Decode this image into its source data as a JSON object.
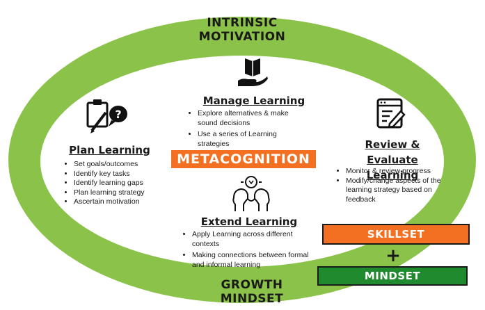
{
  "colors": {
    "ring": "#8bc34a",
    "accent_orange": "#f36f21",
    "accent_green": "#1f8a2e"
  },
  "outer": {
    "top_line1": "INTRINSIC",
    "top_line2": "MOTIVATION",
    "bottom_line1": "GROWTH",
    "bottom_line2": "MINDSET"
  },
  "manage": {
    "icon": "hand-holding-book-icon",
    "title": "Manage Learning",
    "items": [
      "Explore alternatives & make sound decisions",
      "Use a series of Learning strategies"
    ]
  },
  "plan": {
    "icon": "clipboard-question-icon",
    "title": "Plan Learning",
    "items": [
      "Set goals/outcomes",
      "Identify key tasks",
      "Identify learning gaps",
      "Plan learning strategy",
      "Ascertain motivation"
    ]
  },
  "review": {
    "icon": "document-edit-icon",
    "title_line1": "Review & Evaluate",
    "title_line2": "Learning",
    "items": [
      "Monitor & review progress",
      "Modify/change aspects of the learning strategy based on feedback"
    ]
  },
  "center": {
    "label": "METACOGNITION"
  },
  "extend": {
    "icon": "connected-heads-icon",
    "title": "Extend Learning",
    "items": [
      "Apply Learning across different contexts",
      "Making connections between formal and informal learning"
    ]
  },
  "badges": {
    "skillset": "SKILLSET",
    "plus": "+",
    "mindset": "MINDSET"
  }
}
